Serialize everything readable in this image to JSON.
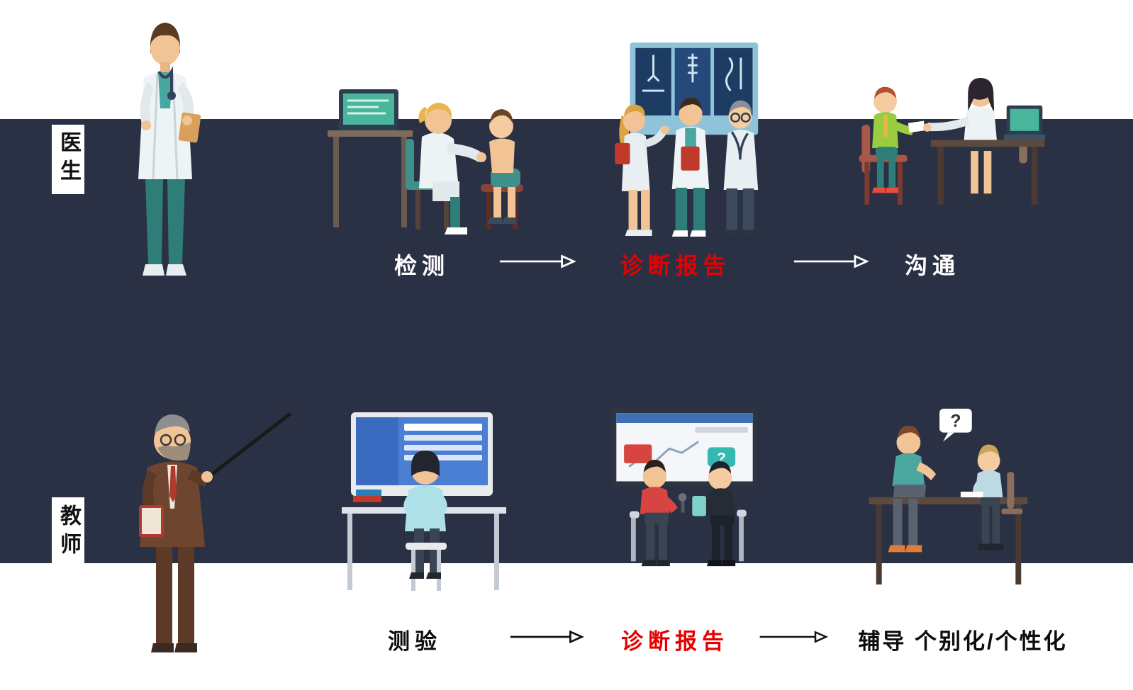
{
  "rows": [
    {
      "id": "doctor",
      "side_label": "医生",
      "steps": [
        {
          "label": "检测",
          "emphasis": false
        },
        {
          "label": "诊断报告",
          "emphasis": true
        },
        {
          "label": "沟通",
          "emphasis": false
        }
      ]
    },
    {
      "id": "teacher",
      "side_label": "教师",
      "steps": [
        {
          "label": "测验",
          "emphasis": false
        },
        {
          "label": "诊断报告",
          "emphasis": true
        },
        {
          "label": "辅导 个别化/个性化",
          "emphasis": false
        }
      ]
    }
  ],
  "illustration_text": {
    "question_mark": "?"
  },
  "colors": {
    "background": "#ffffff",
    "band": "#2a3144",
    "emphasis": "#e60000",
    "row1_text": "#ffffff",
    "row2_text": "#0d0d0d"
  },
  "illustrations": {
    "row1": [
      "standing-doctor",
      "doctor-examining-child",
      "doctors-xray-discussion",
      "doctor-child-consultation"
    ],
    "row2": [
      "teacher-with-pointer",
      "student-at-computer",
      "teachers-report-discussion",
      "one-on-one-tutoring"
    ]
  }
}
